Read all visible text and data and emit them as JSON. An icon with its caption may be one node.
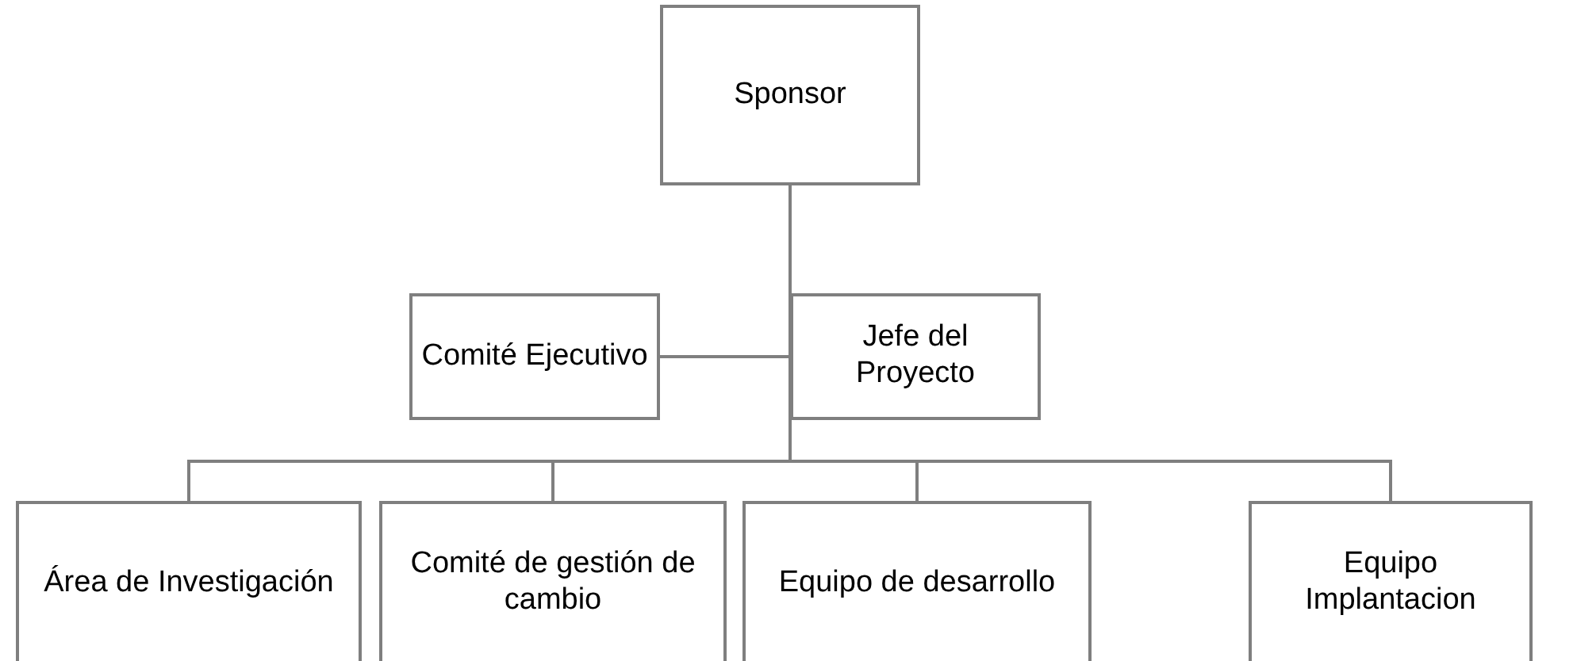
{
  "diagram": {
    "nodes": [
      {
        "text": [
          "Sponsor"
        ]
      },
      {
        "text": [
          "Comité Ejecutivo"
        ]
      },
      {
        "text": [
          "Jefe del Proyecto"
        ]
      },
      {
        "text": [
          "Área de Investigación"
        ]
      },
      {
        "text": [
          "Comité de gestión de cambio"
        ]
      },
      {
        "text": [
          "Equipo de desarrollo"
        ]
      },
      {
        "text": [
          "Equipo Implantacion"
        ]
      }
    ],
    "edges": [
      {
        "from": 0,
        "to": 1,
        "arrow": "none"
      },
      {
        "from": 0,
        "to": 2,
        "arrow": "none"
      },
      {
        "from": 0,
        "to": 3,
        "arrow": "none"
      },
      {
        "from": 0,
        "to": 4,
        "arrow": "none"
      },
      {
        "from": 0,
        "to": 5,
        "arrow": "none"
      },
      {
        "from": 0,
        "to": 6,
        "arrow": "none"
      }
    ]
  }
}
